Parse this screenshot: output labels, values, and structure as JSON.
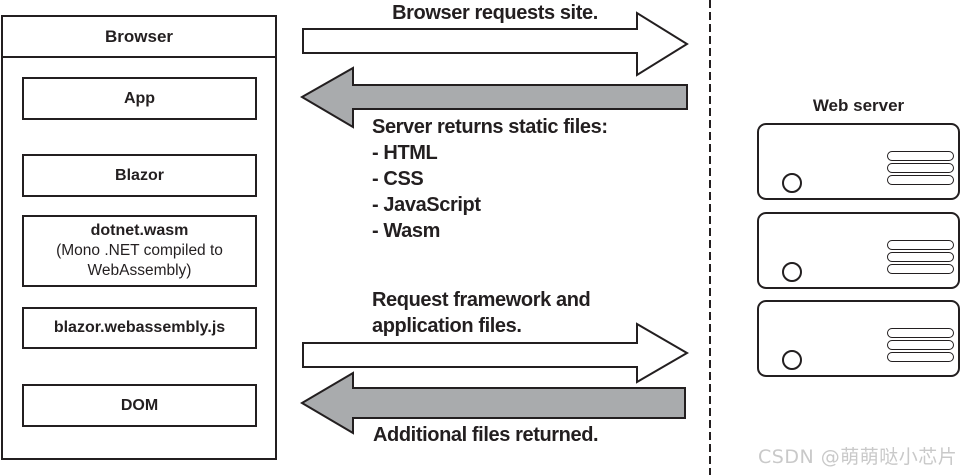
{
  "diagram": {
    "browser": {
      "title": "Browser",
      "components": [
        {
          "label": "App"
        },
        {
          "label": "Blazor"
        },
        {
          "label": "dotnet.wasm",
          "sub": "(Mono .NET compiled to WebAssembly)"
        },
        {
          "label": "blazor.webassembly.js"
        },
        {
          "label": "DOM"
        }
      ]
    },
    "flows": {
      "request_site": "Browser requests site.",
      "static_files_title": "Server returns static files:",
      "static_files_items": [
        "- HTML",
        "- CSS",
        "- JavaScript",
        "- Wasm"
      ],
      "request_framework": "Request framework and application files.",
      "additional_files": "Additional files returned."
    },
    "server": {
      "title": "Web server",
      "machine_count": 3
    },
    "watermark": "CSDN @萌萌哒小芯片",
    "colors": {
      "line": "#231f20",
      "arrow_white": "#ffffff",
      "arrow_gray": "#a9abad",
      "watermark_gray": "#c9c9c9"
    }
  }
}
